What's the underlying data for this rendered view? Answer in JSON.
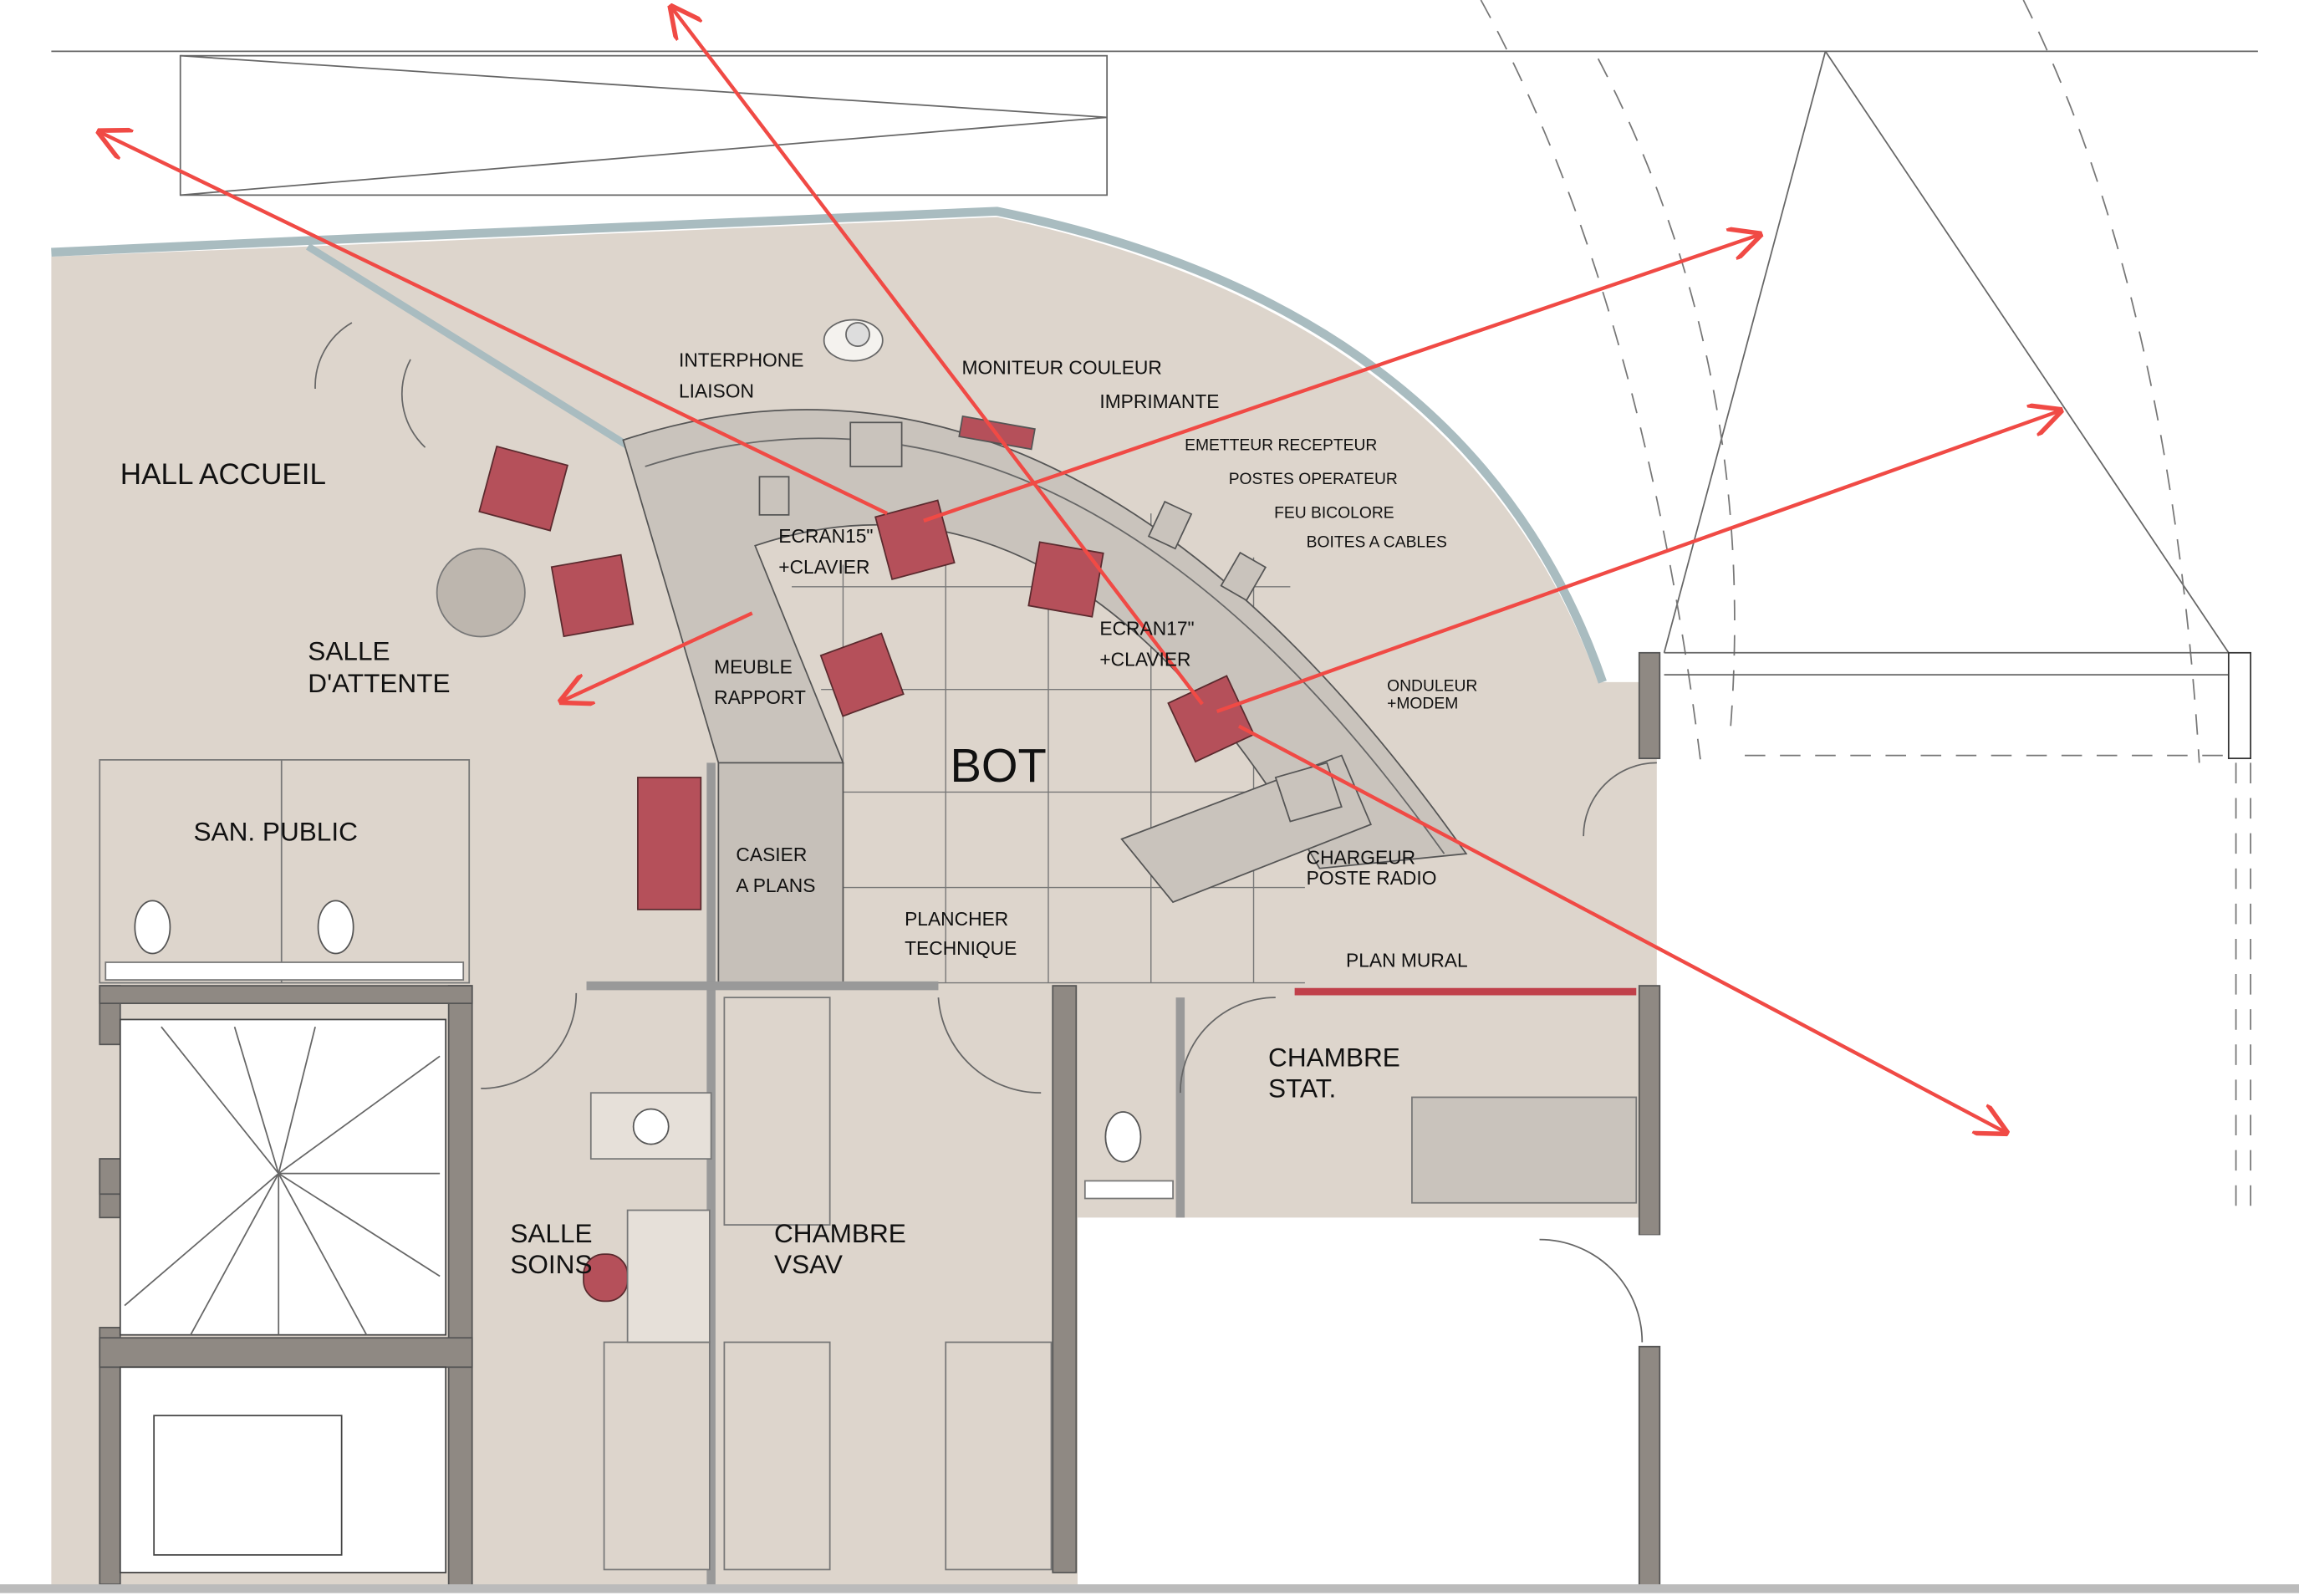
{
  "title": "BOT floor plan",
  "colors": {
    "floor": "#ddd5cc",
    "furniture": "#c9c3bc",
    "chair": "#b5505a",
    "arrow": "#f04a45",
    "wall": "#8f8983",
    "glazing": "#a9bcc0"
  },
  "rooms": {
    "hall": "HALL ACCUEIL",
    "waiting_1": "SALLE",
    "waiting_2": "D'ATTENTE",
    "toilets": "SAN. PUBLIC",
    "bot": "BOT",
    "stat_1": "CHAMBRE",
    "stat_2": "STAT.",
    "care_1": "SALLE",
    "care_2": "SOINS",
    "vsav_1": "CHAMBRE",
    "vsav_2": "VSAV"
  },
  "equipment": {
    "interphone": "INTERPHONE",
    "liaison": "LIAISON",
    "moniteur": "MONITEUR COULEUR",
    "imprimante": "IMPRIMANTE",
    "emetteur": "EMETTEUR RECEPTEUR",
    "postes": "POSTES OPERATEUR",
    "feu": "FEU BICOLORE",
    "boites": "BOITES A CABLES",
    "ecran15_1": "ECRAN15\"",
    "ecran15_2": "+CLAVIER",
    "ecran17_1": "ECRAN17\"",
    "ecran17_2": "+CLAVIER",
    "onduleur_1": "ONDULEUR",
    "onduleur_2": "+MODEM",
    "meuble_1": "MEUBLE",
    "meuble_2": "RAPPORT",
    "casier_1": "CASIER",
    "casier_2": "A PLANS",
    "chargeur_1": "CHARGEUR",
    "chargeur_2": "POSTE RADIO",
    "plancher_1": "PLANCHER",
    "plancher_2": "TECHNIQUE",
    "plan_mural": "PLAN MURAL"
  }
}
